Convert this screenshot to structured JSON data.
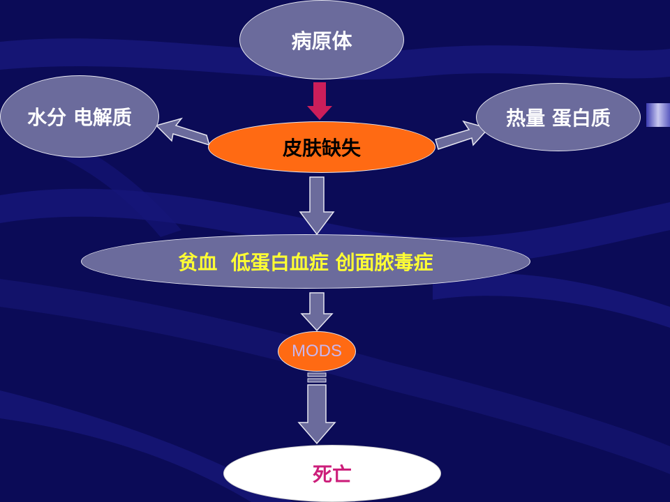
{
  "nodes": {
    "pathogen": "病原体",
    "water_electrolyte": "水分 电解质",
    "heat_protein": "热量 蛋白质",
    "skin_loss": "皮肤缺失",
    "complications": "贫血  低蛋白血症 创面脓毒症",
    "mods": "MODS",
    "death": "死亡"
  },
  "colors": {
    "background": "#0b0b57",
    "purple_node": "#6b6b9c",
    "orange_node": "#ff6a13",
    "arrow_fill": "#6b6b9c",
    "arrow_red": "#cc1e5a",
    "complication_text": "#ffff33",
    "death_text": "#cc1e7a"
  }
}
